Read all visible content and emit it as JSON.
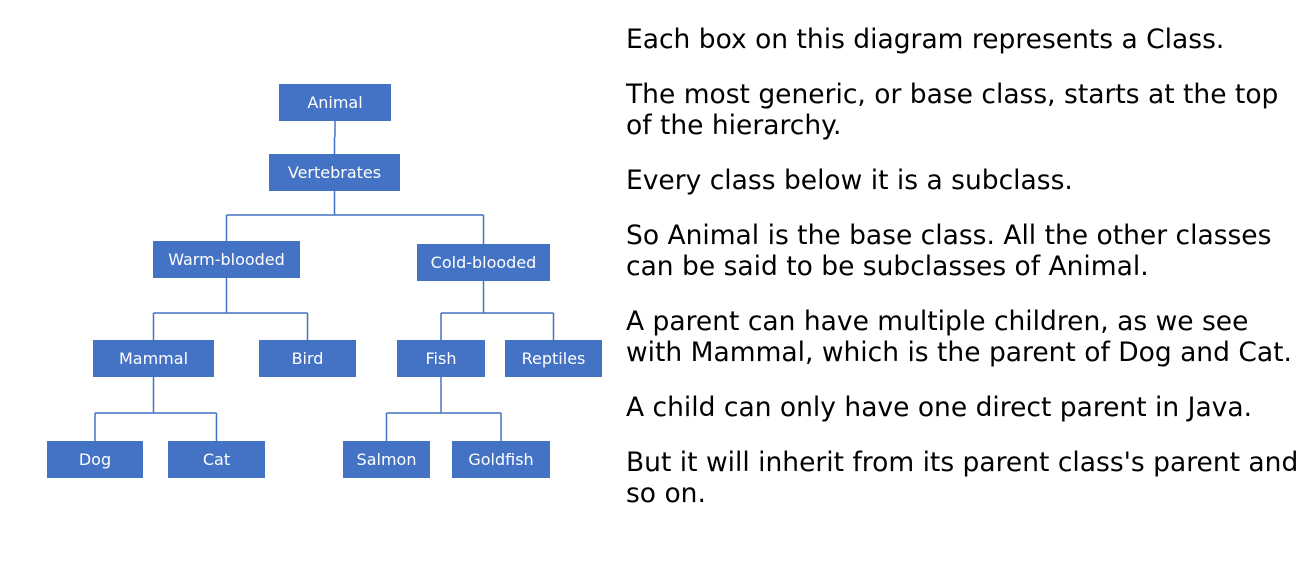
{
  "diagram": {
    "nodes": [
      {
        "id": "animal",
        "label": "Animal"
      },
      {
        "id": "vertebrates",
        "label": "Vertebrates"
      },
      {
        "id": "warm-blooded",
        "label": "Warm-blooded"
      },
      {
        "id": "cold-blooded",
        "label": "Cold-blooded"
      },
      {
        "id": "mammal",
        "label": "Mammal"
      },
      {
        "id": "bird",
        "label": "Bird"
      },
      {
        "id": "fish",
        "label": "Fish"
      },
      {
        "id": "reptiles",
        "label": "Reptiles"
      },
      {
        "id": "dog",
        "label": "Dog"
      },
      {
        "id": "cat",
        "label": "Cat"
      },
      {
        "id": "salmon",
        "label": "Salmon"
      },
      {
        "id": "goldfish",
        "label": "Goldfish"
      }
    ],
    "edges": [
      {
        "from": "animal",
        "to": "vertebrates"
      },
      {
        "from": "vertebrates",
        "to": "warm-blooded"
      },
      {
        "from": "vertebrates",
        "to": "cold-blooded"
      },
      {
        "from": "warm-blooded",
        "to": "mammal"
      },
      {
        "from": "warm-blooded",
        "to": "bird"
      },
      {
        "from": "cold-blooded",
        "to": "fish"
      },
      {
        "from": "cold-blooded",
        "to": "reptiles"
      },
      {
        "from": "mammal",
        "to": "dog"
      },
      {
        "from": "mammal",
        "to": "cat"
      },
      {
        "from": "fish",
        "to": "salmon"
      },
      {
        "from": "fish",
        "to": "goldfish"
      }
    ],
    "colors": {
      "node_fill": "#4472C4",
      "node_text": "#FFFFFF",
      "connector": "#4472C4"
    }
  },
  "notes": [
    "Each box on this diagram represents a Class.",
    "The most generic, or base class, starts at the top of the hierarchy.",
    "Every class below it is a subclass.",
    "So Animal is the base class. All the other classes can be said to be subclasses of Animal.",
    "A parent can have multiple children, as we see with Mammal, which is the parent of Dog and Cat.",
    "A child can only have one direct parent in Java.",
    "But it will inherit from its parent class's parent and so on."
  ]
}
